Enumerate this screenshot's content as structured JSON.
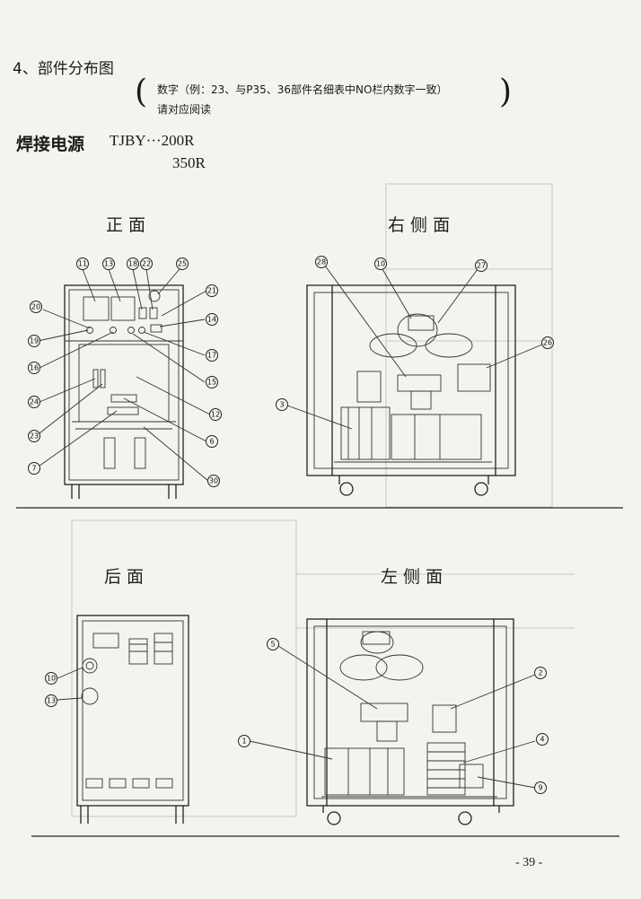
{
  "heading": {
    "section": "4、部件分布图",
    "note_line1": "数字（例：23、与P35、36部件名细表中NO栏内数字一致）",
    "note_line2": "请对应阅读"
  },
  "product": {
    "name": "焊接电源",
    "model_line1": "TJBY···200R",
    "model_line2": "350R"
  },
  "views": {
    "front": "正 面",
    "right": "右 侧 面",
    "back": "后 面",
    "left": "左 侧 面"
  },
  "callouts": {
    "front": [
      "11",
      "13",
      "18",
      "22",
      "25",
      "21",
      "20",
      "19",
      "14",
      "16",
      "17",
      "15",
      "24",
      "12",
      "23",
      "6",
      "7",
      "30"
    ],
    "right": [
      "28",
      "10",
      "27",
      "26",
      "3"
    ],
    "back": [
      "10",
      "13"
    ],
    "left": [
      "5",
      "2",
      "1",
      "4",
      "9"
    ]
  },
  "page_number": "- 39 -"
}
